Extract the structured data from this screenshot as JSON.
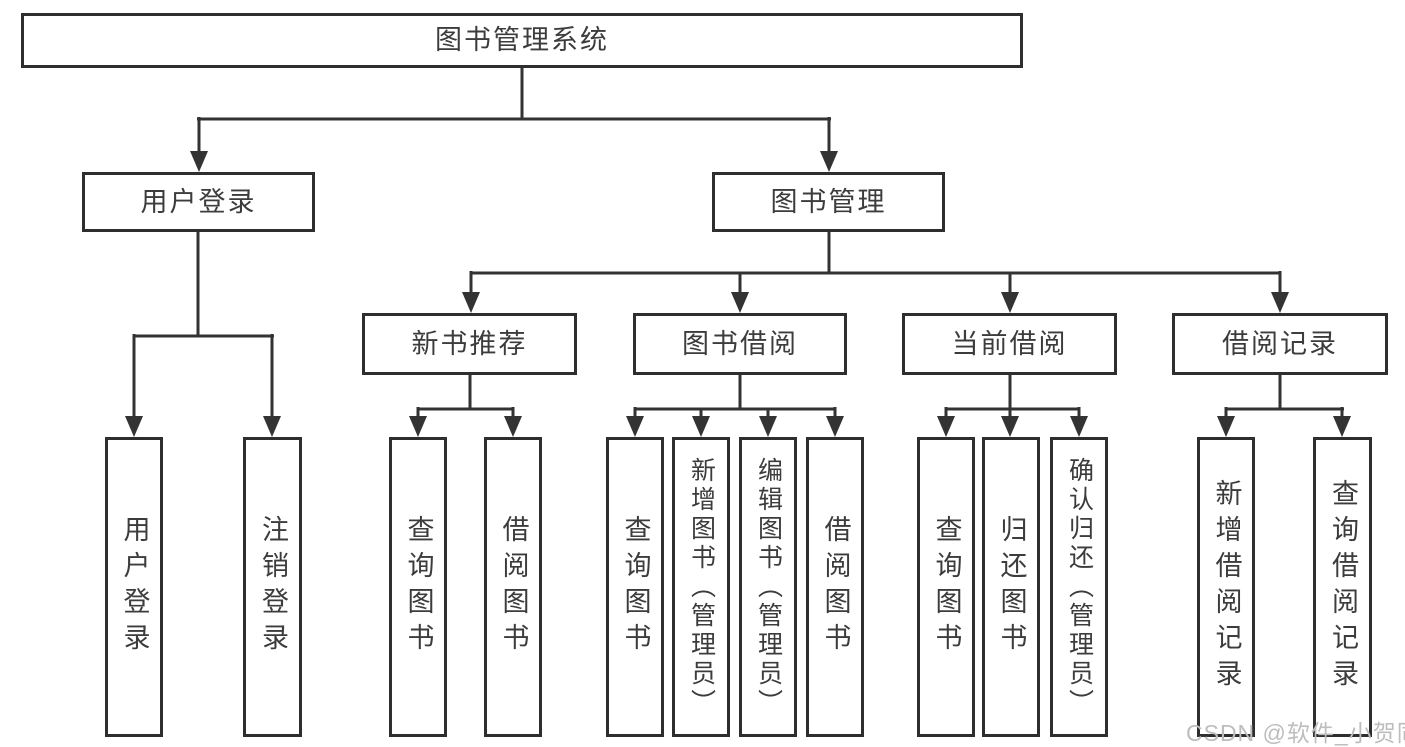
{
  "diagram": {
    "type": "hierarchy-tree",
    "colors": {
      "background": "#ffffff",
      "line": "#333333",
      "box_border": "#2e2e2e",
      "box_background": "#ffffff",
      "text": "#3c3c3c",
      "watermark_text": "#bdbdbd"
    },
    "nodes": {
      "root": "图书管理系统",
      "level2": {
        "user_login": "用户登录",
        "book_management": "图书管理"
      },
      "level3": {
        "new_book_recommend": "新书推荐",
        "book_borrowing": "图书借阅",
        "current_borrowing": "当前借阅",
        "borrowing_records": "借阅记录"
      },
      "leaves": {
        "user_login": [
          "用户登录",
          "注销登录"
        ],
        "new_book_recommend": [
          "查询图书",
          "借阅图书"
        ],
        "book_borrowing": [
          "查询图书",
          "新增图书（管理员）",
          "编辑图书（管理员）",
          "借阅图书"
        ],
        "current_borrowing": [
          "查询图书",
          "归还图书",
          "确认归还（管理员）"
        ],
        "borrowing_records": [
          "新增借阅记录",
          "查询借阅记录"
        ]
      }
    },
    "watermark": "CSDN @软件_小贺同学"
  }
}
